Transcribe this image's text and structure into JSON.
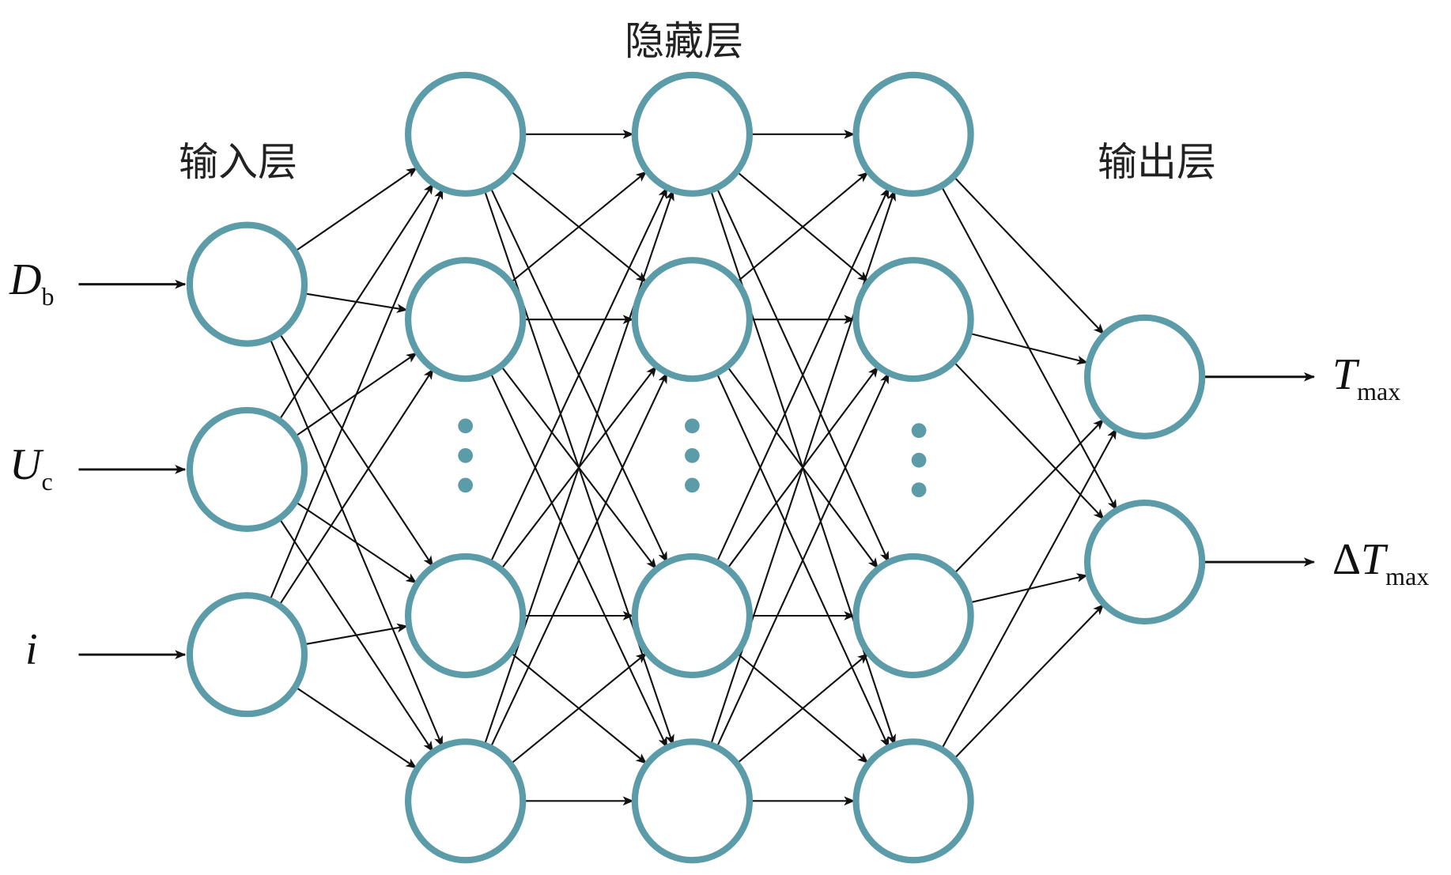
{
  "titles": {
    "input_layer": "输入层",
    "hidden_layer": "隐藏层",
    "output_layer": "输出层"
  },
  "inputs": [
    {
      "symbol": "D",
      "subscript": "b"
    },
    {
      "symbol": "U",
      "subscript": "c"
    },
    {
      "symbol": "i",
      "subscript": ""
    }
  ],
  "outputs": [
    {
      "prefix": "",
      "symbol": "T",
      "subscript": "max"
    },
    {
      "prefix": "Δ",
      "symbol": "T",
      "subscript": "max"
    }
  ],
  "network": {
    "input_nodes": 3,
    "hidden_layers": 3,
    "hidden_nodes_shown": 4,
    "output_nodes": 2
  },
  "colors": {
    "node": "#5b9ca8",
    "edge": "#111111"
  }
}
